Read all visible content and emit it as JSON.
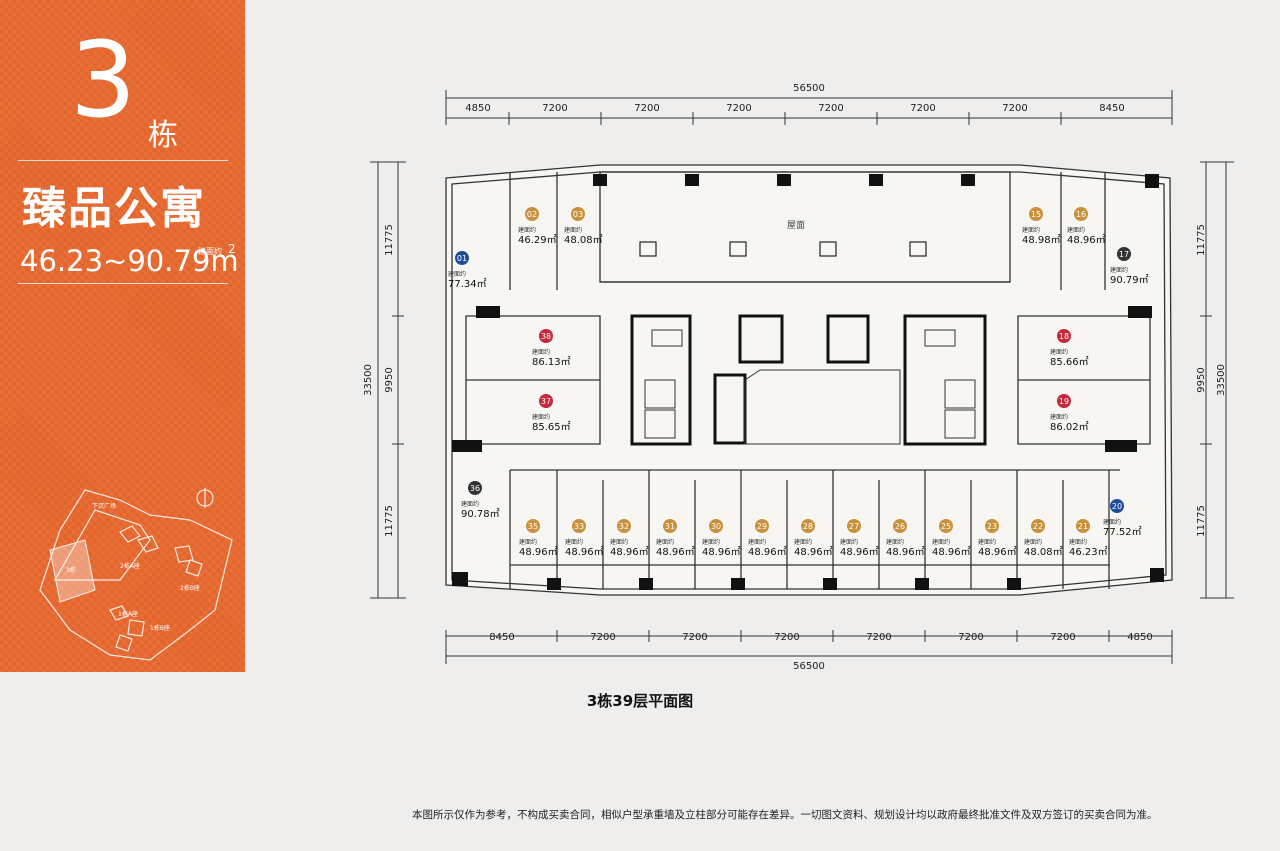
{
  "panel": {
    "building_number": "3",
    "building_unit": "栋",
    "project_name": "臻品公寓",
    "area_range": "46.23~90.79m",
    "area_prefix": "建面约",
    "area_superscript": "2",
    "sitemap_labels": {
      "plaza": "下沉广场",
      "building_3": "3栋",
      "building_2a": "2栋A座",
      "building_2b": "2栋B座",
      "building_1a": "1栋A座",
      "building_1b": "1栋B座"
    }
  },
  "plan": {
    "dims_top": {
      "total": "56500",
      "segments": [
        "4850",
        "7200",
        "7200",
        "7200",
        "7200",
        "7200",
        "7200",
        "8450"
      ]
    },
    "dims_bottom": {
      "total": "56500",
      "segments": [
        "8450",
        "7200",
        "7200",
        "7200",
        "7200",
        "7200",
        "7200",
        "4850"
      ]
    },
    "dims_left": {
      "total": "33500",
      "segments": [
        "11775",
        "9950",
        "11775"
      ]
    },
    "dims_right": {
      "total": "33500",
      "segments": [
        "11775",
        "9950",
        "11775"
      ]
    },
    "roof_label": "屋面",
    "area_label": "建面约",
    "units": [
      {
        "num": "01",
        "area": "77.34㎡",
        "color": "#1f4e9c"
      },
      {
        "num": "02",
        "area": "46.29㎡",
        "color": "#c9913b"
      },
      {
        "num": "03",
        "area": "48.08㎡",
        "color": "#c9913b"
      },
      {
        "num": "15",
        "area": "48.98㎡",
        "color": "#c9913b"
      },
      {
        "num": "16",
        "area": "48.96㎡",
        "color": "#c9913b"
      },
      {
        "num": "17",
        "area": "90.79㎡",
        "color": "#333333"
      },
      {
        "num": "38",
        "area": "86.13㎡",
        "color": "#c4283a"
      },
      {
        "num": "37",
        "area": "85.65㎡",
        "color": "#c4283a"
      },
      {
        "num": "18",
        "area": "85.66㎡",
        "color": "#c4283a"
      },
      {
        "num": "19",
        "area": "86.02㎡",
        "color": "#c4283a"
      },
      {
        "num": "36",
        "area": "90.78㎡",
        "color": "#333333"
      },
      {
        "num": "20",
        "area": "77.52㎡",
        "color": "#1f4e9c"
      },
      {
        "num": "35",
        "area": "48.96㎡",
        "color": "#c9913b"
      },
      {
        "num": "33",
        "area": "48.96㎡",
        "color": "#c9913b"
      },
      {
        "num": "32",
        "area": "48.96㎡",
        "color": "#c9913b"
      },
      {
        "num": "31",
        "area": "48.96㎡",
        "color": "#c9913b"
      },
      {
        "num": "30",
        "area": "48.96㎡",
        "color": "#c9913b"
      },
      {
        "num": "29",
        "area": "48.96㎡",
        "color": "#c9913b"
      },
      {
        "num": "28",
        "area": "48.96㎡",
        "color": "#c9913b"
      },
      {
        "num": "27",
        "area": "48.96㎡",
        "color": "#c9913b"
      },
      {
        "num": "26",
        "area": "48.96㎡",
        "color": "#c9913b"
      },
      {
        "num": "25",
        "area": "48.96㎡",
        "color": "#c9913b"
      },
      {
        "num": "23",
        "area": "48.96㎡",
        "color": "#c9913b"
      },
      {
        "num": "22",
        "area": "48.08㎡",
        "color": "#c9913b"
      },
      {
        "num": "21",
        "area": "46.23㎡",
        "color": "#c9913b"
      }
    ]
  },
  "caption": "3栋39层平面图",
  "disclaimer": "本图所示仅作为参考，不构成买卖合同，相似户型承重墙及立柱部分可能存在差异。一切图文资料、规划设计均以政府最终批准文件及双方签订的买卖合同为准。"
}
